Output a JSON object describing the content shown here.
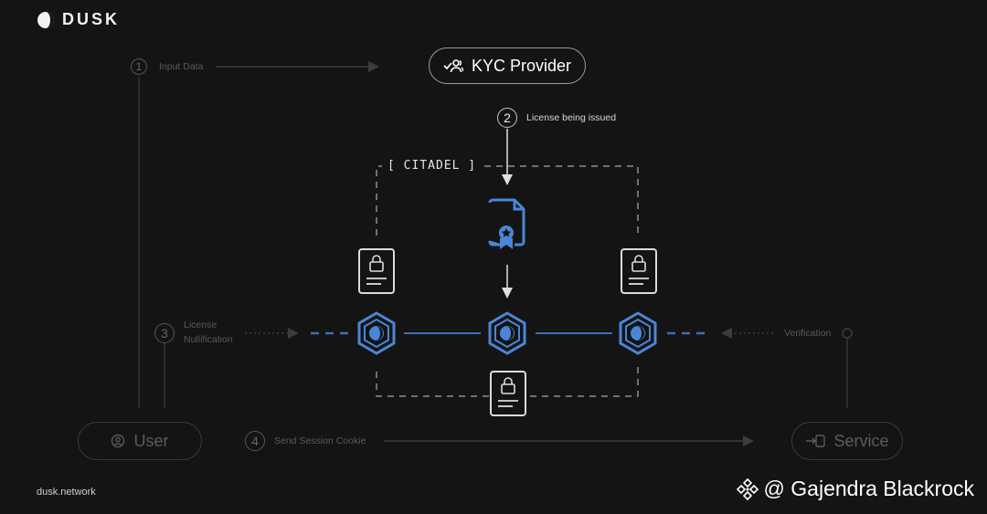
{
  "brand": {
    "logo_icon": "dusk-logo-icon",
    "name": "DUSK"
  },
  "kyc_provider": {
    "label": "KYC Provider",
    "icon": "user-check-icon"
  },
  "citadel": {
    "label": "[ CITADEL ]"
  },
  "steps": [
    {
      "number": "1",
      "label": "Input Data"
    },
    {
      "number": "2",
      "label": "License being issued"
    },
    {
      "number": "3",
      "label_line1": "License",
      "label_line2": "Nullification"
    },
    {
      "number": "4",
      "label": "Send Session Cookie"
    }
  ],
  "verification": {
    "label": "Verification"
  },
  "user": {
    "label": "User",
    "icon": "user-circle-icon"
  },
  "service": {
    "label": "Service",
    "icon": "login-icon"
  },
  "footer": {
    "url": "dusk.network"
  },
  "watermark": {
    "text": "@ Gajendra Blackrock",
    "icon": "binance-icon"
  },
  "colors": {
    "background": "#141414",
    "accent_blue": "#4a86d8",
    "dim": "#3a3a3a",
    "bright_line": "#cfcfcf"
  }
}
